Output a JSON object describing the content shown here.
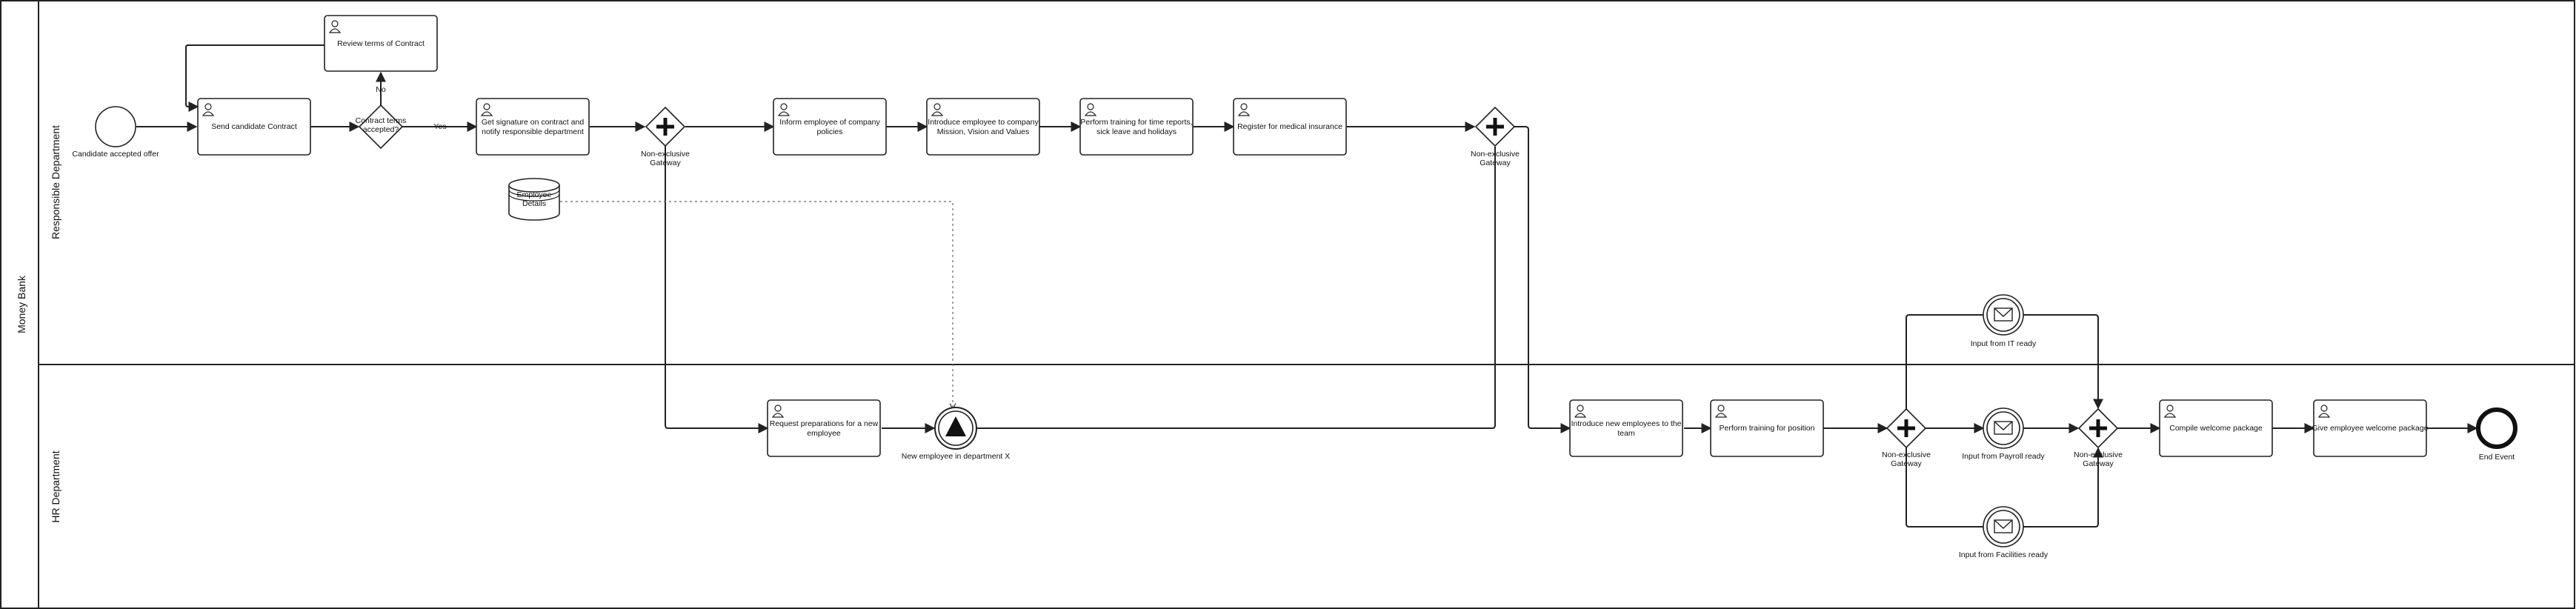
{
  "pool": {
    "title": "Money Bank"
  },
  "lanes": {
    "responsible": "Responsible Department",
    "hr": "HR Department"
  },
  "events": {
    "start": "Candidate accepted offer",
    "new_employee": "New employee in department X",
    "input_it": "Input from IT ready",
    "input_payroll": "Input from Payroll ready",
    "input_facilities": "Input from Facilities ready",
    "end": "End Event"
  },
  "tasks": {
    "send_contract": "Send candidate Contract",
    "review_terms": "Review terms of Contract",
    "get_signature": [
      "Get signature on contract and",
      "notify responsible department"
    ],
    "inform_policies": [
      "Inform employee of company",
      "policies"
    ],
    "introduce_mission": [
      "Introduce employee to company",
      "Mission, Vision and Values"
    ],
    "training_reports": [
      "Perform training for time reports,",
      "sick leave and holidays"
    ],
    "medical_insurance": "Register for medical insurance",
    "request_preparations": [
      "Request preparations for a new",
      "employee"
    ],
    "introduce_team": [
      "Introduce new employees to the",
      "team"
    ],
    "training_position": "Perform training for position",
    "compile_package": "Compile welcome package",
    "give_package": "Give employee welcome package"
  },
  "gateways": {
    "contract_accepted": [
      "Contract terms",
      "accepted?"
    ],
    "no_label": "No",
    "yes_label": "Yes",
    "non_exclusive_1": [
      "Non-exclusive",
      "Gateway"
    ],
    "non_exclusive_2": [
      "Non-exclusive",
      "Gateway"
    ],
    "non_exclusive_3": [
      "Non-exclusive",
      "Gateway"
    ],
    "non_exclusive_4": [
      "Non-exclusive",
      "Gateway"
    ]
  },
  "data_store": {
    "label": [
      "Employee",
      "Details"
    ]
  }
}
